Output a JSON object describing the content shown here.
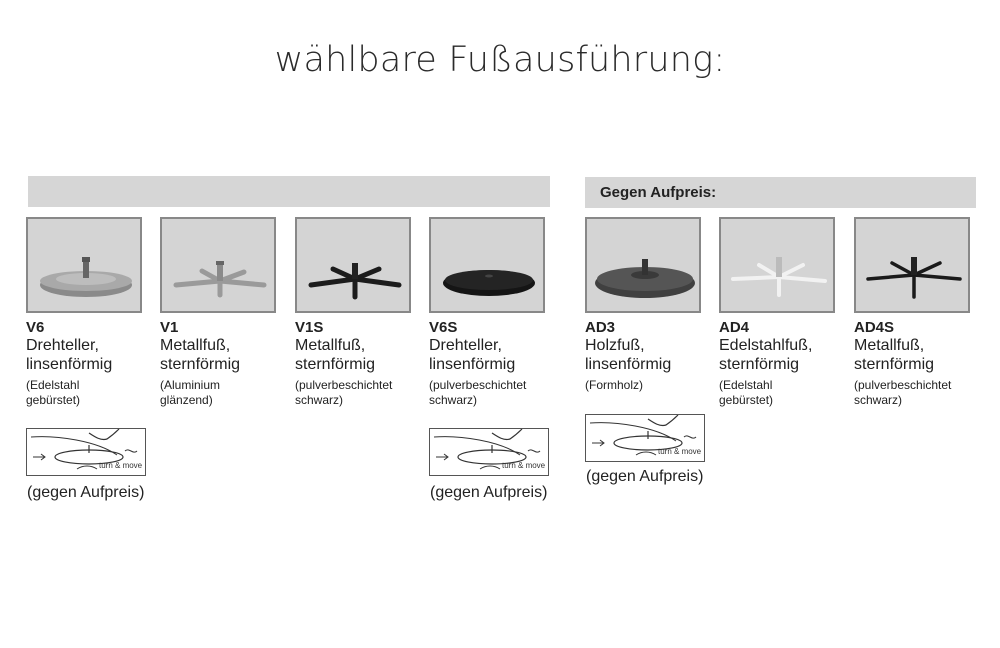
{
  "title": "wählbare Fußausführung:",
  "surcharge_band": {
    "label": "Gegen Aufpreis:"
  },
  "options": [
    {
      "code": "V6",
      "name1": "Drehteller,",
      "name2": "linsenförmig",
      "detail1": "(Edelstahl",
      "detail2": "gebürstet)"
    },
    {
      "code": "V1",
      "name1": "Metallfuß,",
      "name2": "sternförmig",
      "detail1": "(Aluminium",
      "detail2": "glänzend)"
    },
    {
      "code": "V1S",
      "name1": "Metallfuß,",
      "name2": "sternförmig",
      "detail1": "(pulverbeschichtet",
      "detail2": "schwarz)"
    },
    {
      "code": "V6S",
      "name1": "Drehteller,",
      "name2": "linsenförmig",
      "detail1": "(pulverbeschichtet",
      "detail2": "schwarz)"
    },
    {
      "code": "AD3",
      "name1": "Holzfuß,",
      "name2": "linsenförmig",
      "detail1": "(Formholz)",
      "detail2": ""
    },
    {
      "code": "AD4",
      "name1": "Edelstahlfuß,",
      "name2": "sternförmig",
      "detail1": "(Edelstahl",
      "detail2": "gebürstet)"
    },
    {
      "code": "AD4S",
      "name1": "Metallfuß,",
      "name2": "sternförmig",
      "detail1": "(pulverbeschichtet",
      "detail2": "schwarz)"
    }
  ],
  "turn_and_move": {
    "label": "turn & move",
    "note": "(gegen Aufpreis)"
  }
}
